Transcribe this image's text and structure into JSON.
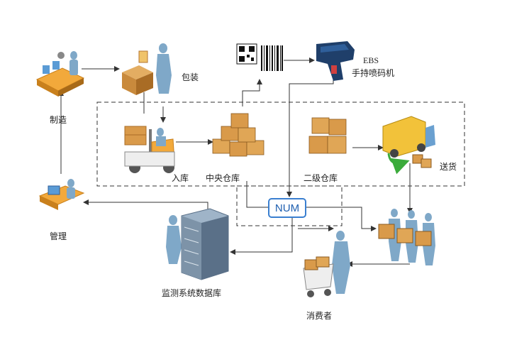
{
  "labels": {
    "manufacture": "制造",
    "packaging": "包装",
    "device_line1": "EBS",
    "device_line2": "手持喷码机",
    "inbound": "入库",
    "central_warehouse": "中央仓库",
    "regional_warehouse": "二级仓库",
    "delivery": "送货",
    "management": "管理",
    "num": "NUM",
    "database": "监测系统数据库",
    "consumer": "消费者"
  },
  "colors": {
    "box": "#d99a4a",
    "box_dark": "#b57430",
    "person": "#7fa8c8",
    "accent": "#3a7fd0",
    "green_arrow": "#3bab3b"
  }
}
